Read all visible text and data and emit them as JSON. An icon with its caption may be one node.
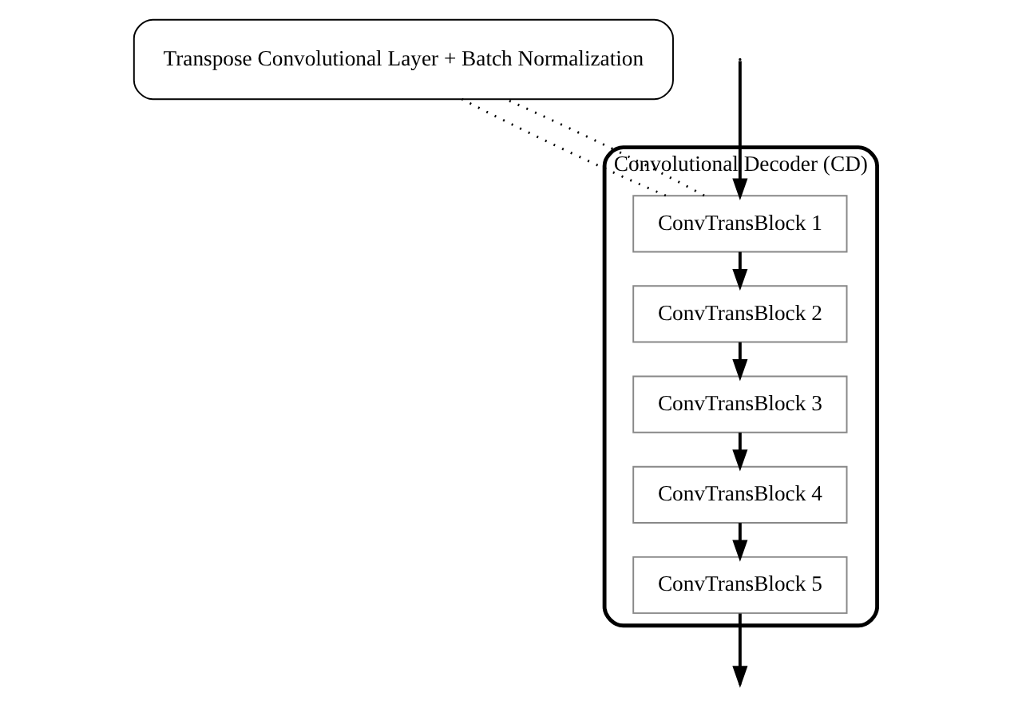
{
  "diagram": {
    "nodes": [
      {
        "text": [
          "Convolutional Decoder (CD)"
        ]
      },
      {
        "text": [
          "ConvTransBlock 1"
        ],
        "in": 0
      },
      {
        "text": [
          "ConvTransBlock 2"
        ],
        "in": 0
      },
      {
        "text": [
          "ConvTransBlock 3"
        ],
        "in": 0
      },
      {
        "text": [
          "ConvTransBlock 4"
        ],
        "in": 0
      },
      {
        "text": [
          "ConvTransBlock 5"
        ],
        "in": 0
      },
      {
        "text": [
          "Transpose Convolutional Layer + Batch Normalization"
        ]
      }
    ],
    "edges": [
      {
        "from": null,
        "to": 1,
        "arrow": "to"
      },
      {
        "from": 1,
        "to": 2,
        "arrow": "to"
      },
      {
        "from": 2,
        "to": 3,
        "arrow": "to"
      },
      {
        "from": 3,
        "to": 4,
        "arrow": "to"
      },
      {
        "from": 4,
        "to": 5,
        "arrow": "to"
      },
      {
        "from": 5,
        "to": null,
        "arrow": "to"
      },
      {
        "from": 1,
        "to": 6,
        "arrow": "none",
        "style": "dashed"
      },
      {
        "from": 1,
        "to": 6,
        "arrow": "none",
        "style": "dashed"
      }
    ]
  }
}
